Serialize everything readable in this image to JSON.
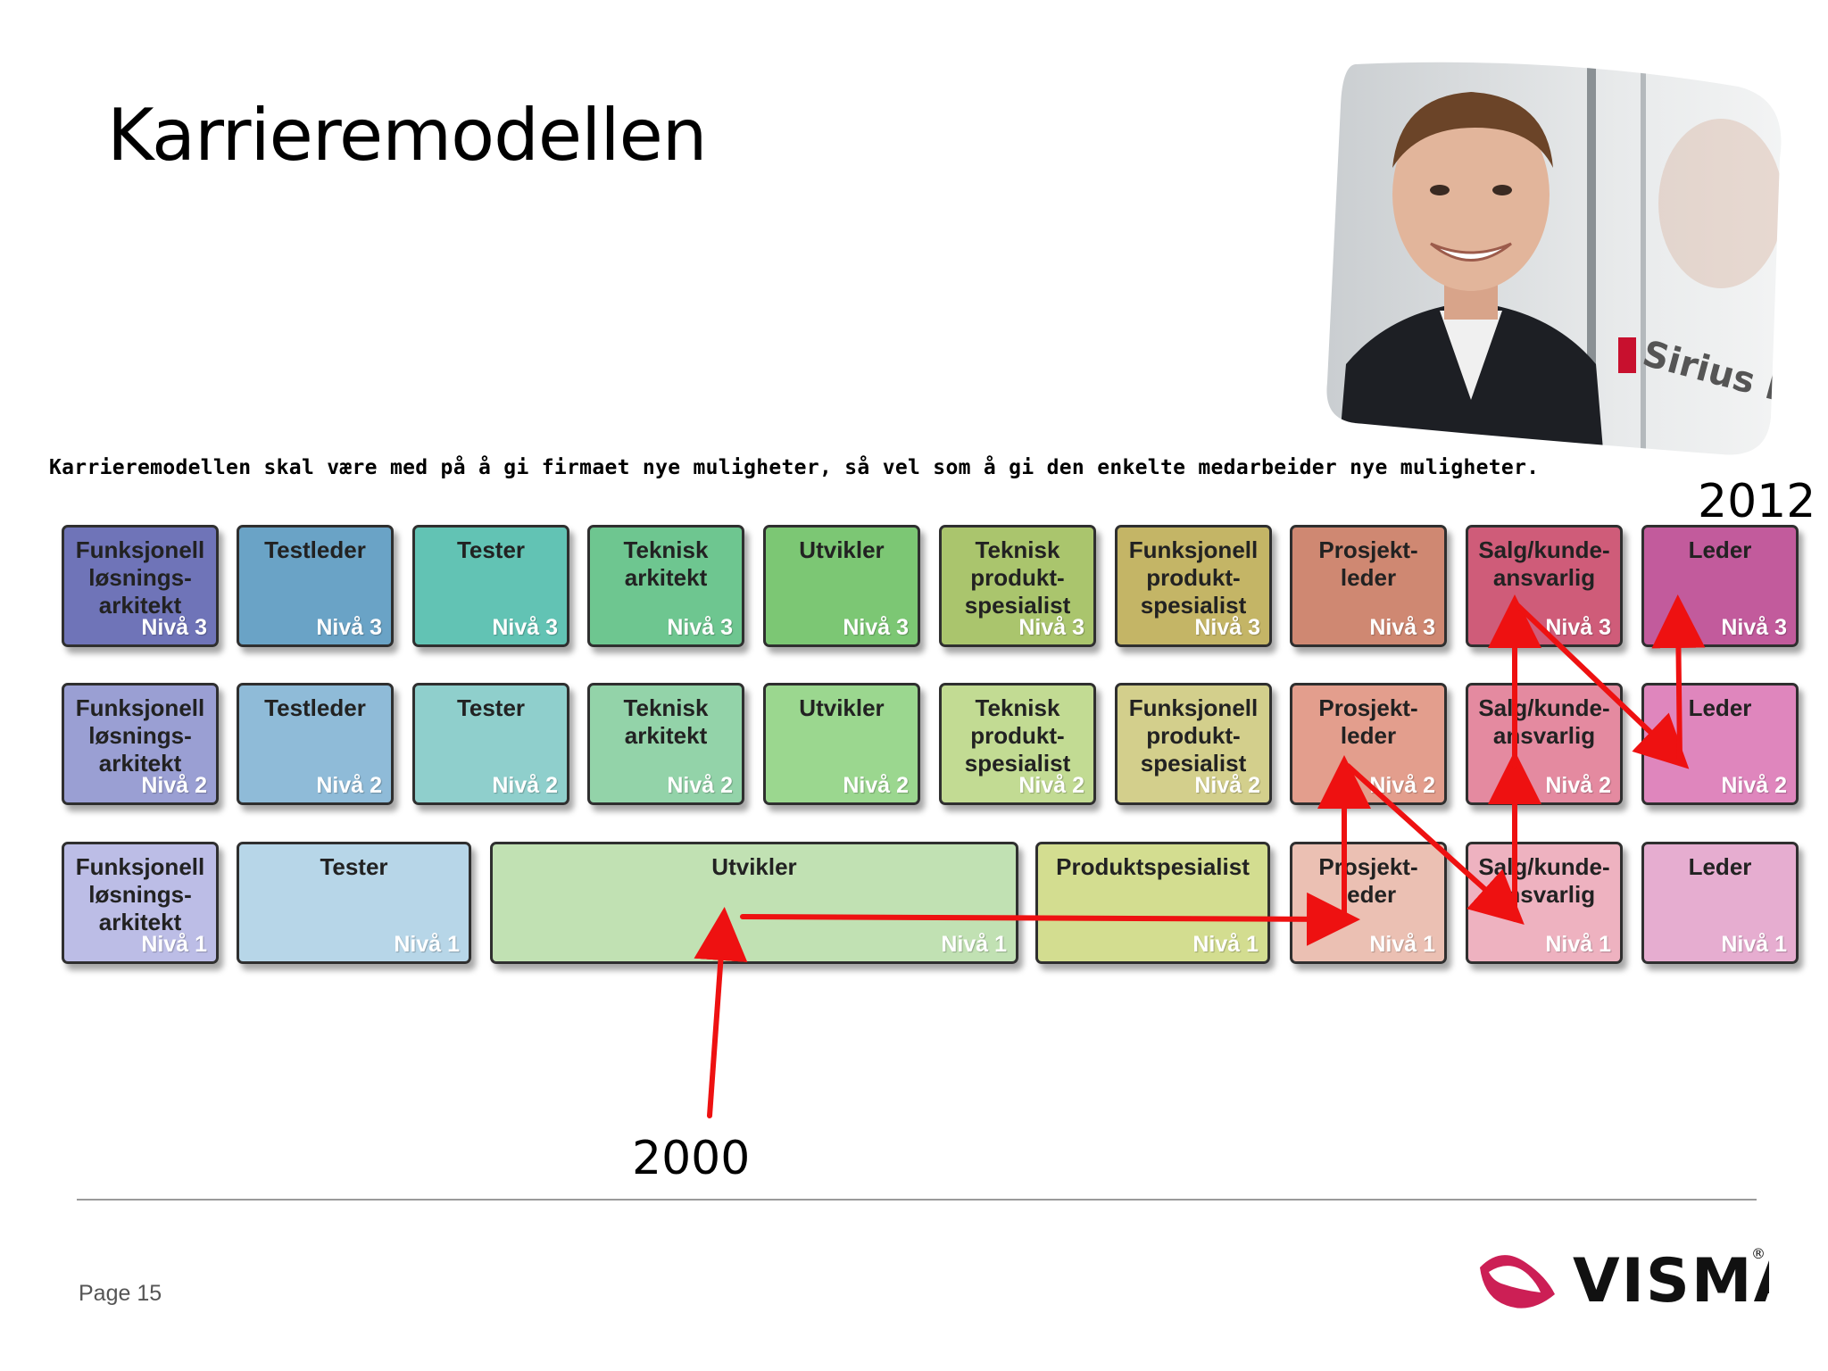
{
  "title": "Karrieremodellen",
  "subtitle": "Karrieremodellen skal være med på å gi firmaet nye muligheter, så vel som å gi den enkelte medarbeider nye muligheter.",
  "year_end": "2012",
  "year_start": "2000",
  "footer": {
    "page": "Page 15"
  },
  "logo": {
    "text": "VISMA",
    "mark": "®",
    "color": "#cc1f55"
  },
  "photo": {
    "sign_text": "Sirius IT"
  },
  "rows": [
    {
      "level": 3,
      "boxes": [
        {
          "name": "Funksjonell\nløsnings-\narkitekt",
          "level_label": "Nivå 3",
          "color": "#6f74b8"
        },
        {
          "name": "Testleder",
          "level_label": "Nivå 3",
          "color": "#6aa3c6"
        },
        {
          "name": "Tester",
          "level_label": "Nivå 3",
          "color": "#62c3b4"
        },
        {
          "name": "Teknisk\narkitekt",
          "level_label": "Nivå 3",
          "color": "#6ec690"
        },
        {
          "name": "Utvikler",
          "level_label": "Nivå 3",
          "color": "#7cc774"
        },
        {
          "name": "Teknisk\nprodukt-\nspesialist",
          "level_label": "Nivå 3",
          "color": "#aac56d"
        },
        {
          "name": "Funksjonell\nprodukt-\nspesialist",
          "level_label": "Nivå 3",
          "color": "#c4b566"
        },
        {
          "name": "Prosjekt-\nleder",
          "level_label": "Nivå 3",
          "color": "#cf8872"
        },
        {
          "name": "Salg/kunde-\nansvarlig",
          "level_label": "Nivå 3",
          "color": "#cf5c79"
        },
        {
          "name": "Leder",
          "level_label": "Nivå 3",
          "color": "#c25b9c"
        }
      ]
    },
    {
      "level": 2,
      "boxes": [
        {
          "name": "Funksjonell\nløsnings-\narkitekt",
          "level_label": "Nivå 2",
          "color": "#9a9fd3"
        },
        {
          "name": "Testleder",
          "level_label": "Nivå 2",
          "color": "#8fbbd8"
        },
        {
          "name": "Tester",
          "level_label": "Nivå 2",
          "color": "#8fcfcc"
        },
        {
          "name": "Teknisk\narkitekt",
          "level_label": "Nivå 2",
          "color": "#93d3a9"
        },
        {
          "name": "Utvikler",
          "level_label": "Nivå 2",
          "color": "#9bd78f"
        },
        {
          "name": "Teknisk\nprodukt-\nspesialist",
          "level_label": "Nivå 2",
          "color": "#c2db93"
        },
        {
          "name": "Funksjonell\nprodukt-\nspesialist",
          "level_label": "Nivå 2",
          "color": "#d3cf8c"
        },
        {
          "name": "Prosjekt-\nleder",
          "level_label": "Nivå 2",
          "color": "#e39e8d"
        },
        {
          "name": "Salg/kunde-\nansvarlig",
          "level_label": "Nivå 2",
          "color": "#e48aa0"
        },
        {
          "name": "Leder",
          "level_label": "Nivå 2",
          "color": "#df86bd"
        }
      ]
    },
    {
      "level": 1,
      "boxes": [
        {
          "name": "Funksjonell\nløsnings-\narkitekt",
          "level_label": "Nivå 1",
          "color": "#bcbde6"
        },
        {
          "name": "Tester",
          "level_label": "Nivå 1",
          "color": "#b7d6e8"
        },
        {
          "name": "Utvikler",
          "level_label": "Nivå 1",
          "color": "#c1e1b3"
        },
        {
          "name": "Produktspesialist",
          "level_label": "Nivå 1",
          "color": "#d3dd90"
        },
        {
          "name": "Prosjekt-\nleder",
          "level_label": "Nivå 1",
          "color": "#ebc0b3"
        },
        {
          "name": "Salg/kunde-\nansvarlig",
          "level_label": "Nivå 1",
          "color": "#eeb2c0"
        },
        {
          "name": "Leder",
          "level_label": "Nivå 1",
          "color": "#e6add0"
        }
      ]
    }
  ]
}
